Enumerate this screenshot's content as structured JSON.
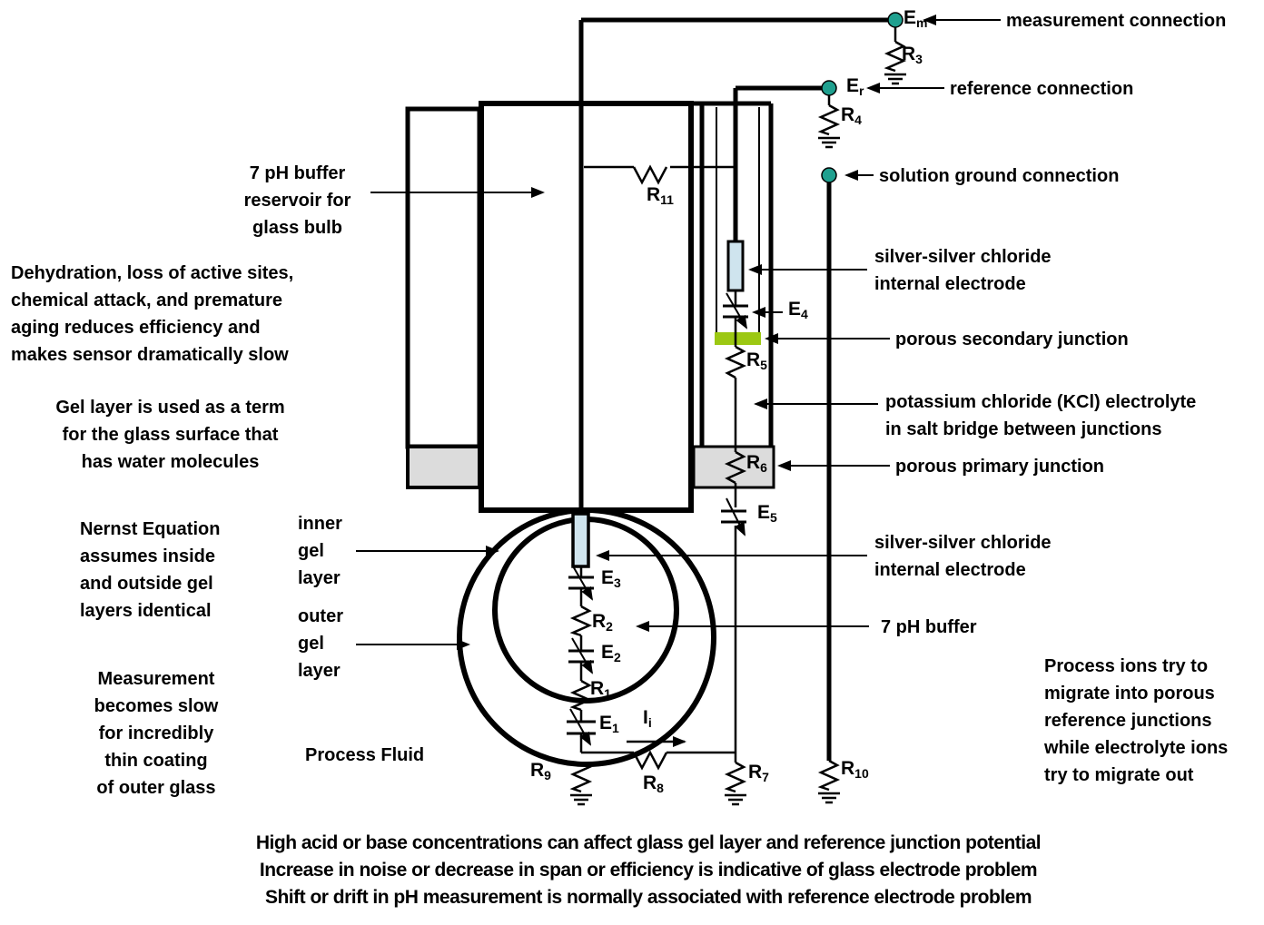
{
  "colors": {
    "node_teal": "#1fa08f",
    "junction_green": "#9cc813",
    "junction_gray": "#dcdcdc",
    "electrode_blue": "#cfe4ee"
  },
  "connections": {
    "measurement": {
      "label": "measurement connection"
    },
    "reference": {
      "label": "reference connection"
    },
    "solution_ground": {
      "label": "solution ground connection"
    }
  },
  "nodes": {
    "em": {
      "base": "E",
      "sub": "m"
    },
    "er": {
      "base": "E",
      "sub": "r"
    }
  },
  "components": {
    "r1": {
      "base": "R",
      "sub": "1"
    },
    "r2": {
      "base": "R",
      "sub": "2"
    },
    "r3": {
      "base": "R",
      "sub": "3"
    },
    "r4": {
      "base": "R",
      "sub": "4"
    },
    "r5": {
      "base": "R",
      "sub": "5"
    },
    "r6": {
      "base": "R",
      "sub": "6"
    },
    "r7": {
      "base": "R",
      "sub": "7"
    },
    "r8": {
      "base": "R",
      "sub": "8"
    },
    "r9": {
      "base": "R",
      "sub": "9"
    },
    "r10": {
      "base": "R",
      "sub": "10"
    },
    "r11": {
      "base": "R",
      "sub": "11"
    },
    "e1": {
      "base": "E",
      "sub": "1"
    },
    "e2": {
      "base": "E",
      "sub": "2"
    },
    "e3": {
      "base": "E",
      "sub": "3"
    },
    "e4": {
      "base": "E",
      "sub": "4"
    },
    "e5": {
      "base": "E",
      "sub": "5"
    },
    "ii": {
      "base": "I",
      "sub": "i"
    }
  },
  "annotations": {
    "agcl_top": "silver-silver chloride\ninternal electrode",
    "porous_secondary": "porous secondary junction",
    "kcl": "potassium chloride (KCl) electrolyte\nin salt bridge between junctions",
    "porous_primary": "porous primary junction",
    "agcl_bottom": "silver-silver chloride\ninternal electrode",
    "ph_buffer": "7 pH buffer",
    "reservoir": "7 pH buffer\nreservoir for\nglass bulb",
    "dehydration": "Dehydration, loss of active sites,\nchemical attack, and premature\naging reduces efficiency and\nmakes sensor dramatically slow",
    "gel_term": "Gel layer is used as a term\nfor the glass surface that\nhas water molecules",
    "nernst": "Nernst Equation\nassumes inside\nand outside gel\nlayers identical",
    "inner_gel": "inner\ngel\nlayer",
    "outer_gel": "outer\ngel\nlayer",
    "measurement_slow": "Measurement\nbecomes slow\nfor incredibly\nthin coating\nof outer glass",
    "process_fluid": "Process Fluid",
    "process_ions": "Process ions try to\nmigrate into porous\nreference junctions\nwhile electrolyte ions\ntry to migrate out"
  },
  "footer": {
    "line1": "High acid or base concentrations can affect glass gel layer and reference junction potential",
    "line2": "Increase in noise or decrease in span or efficiency is indicative of glass electrode problem",
    "line3": "Shift or drift in pH measurement is normally associated with reference electrode problem"
  }
}
